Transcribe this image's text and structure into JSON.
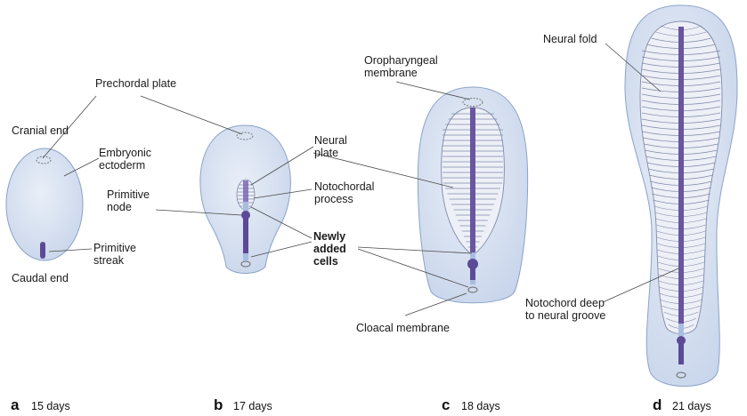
{
  "labels": {
    "cranial_end": "Cranial end",
    "caudal_end": "Caudal end",
    "embryonic_ectoderm": "Embryonic\nectoderm",
    "primitive_streak": "Primitive\nstreak",
    "prechordal_plate": "Prechordal plate",
    "primitive_node": "Primitive\nnode",
    "neural_plate": "Neural\nplate",
    "notochordal_process": "Notochordal\nprocess",
    "newly_added_cells": "Newly\nadded\ncells",
    "oropharyngeal_membrane": "Oropharyngeal\nmembrane",
    "cloacal_membrane": "Cloacal membrane",
    "neural_fold": "Neural fold",
    "notochord_deep": "Notochord deep\nto neural groove"
  },
  "panels": [
    {
      "letter": "a",
      "age": "15 days"
    },
    {
      "letter": "b",
      "age": "17 days"
    },
    {
      "letter": "c",
      "age": "18 days"
    },
    {
      "letter": "d",
      "age": "21 days"
    }
  ],
  "colors": {
    "embryo_fill": "#d6e1f1",
    "embryo_outline": "#8aa3c9",
    "notochord": "#6a55a0",
    "streak": "#5c4a97",
    "neural_plate_fill": "#eef0f7",
    "neural_plate_lines": "#7f8aa8",
    "leader_line": "#4a4a4a"
  }
}
